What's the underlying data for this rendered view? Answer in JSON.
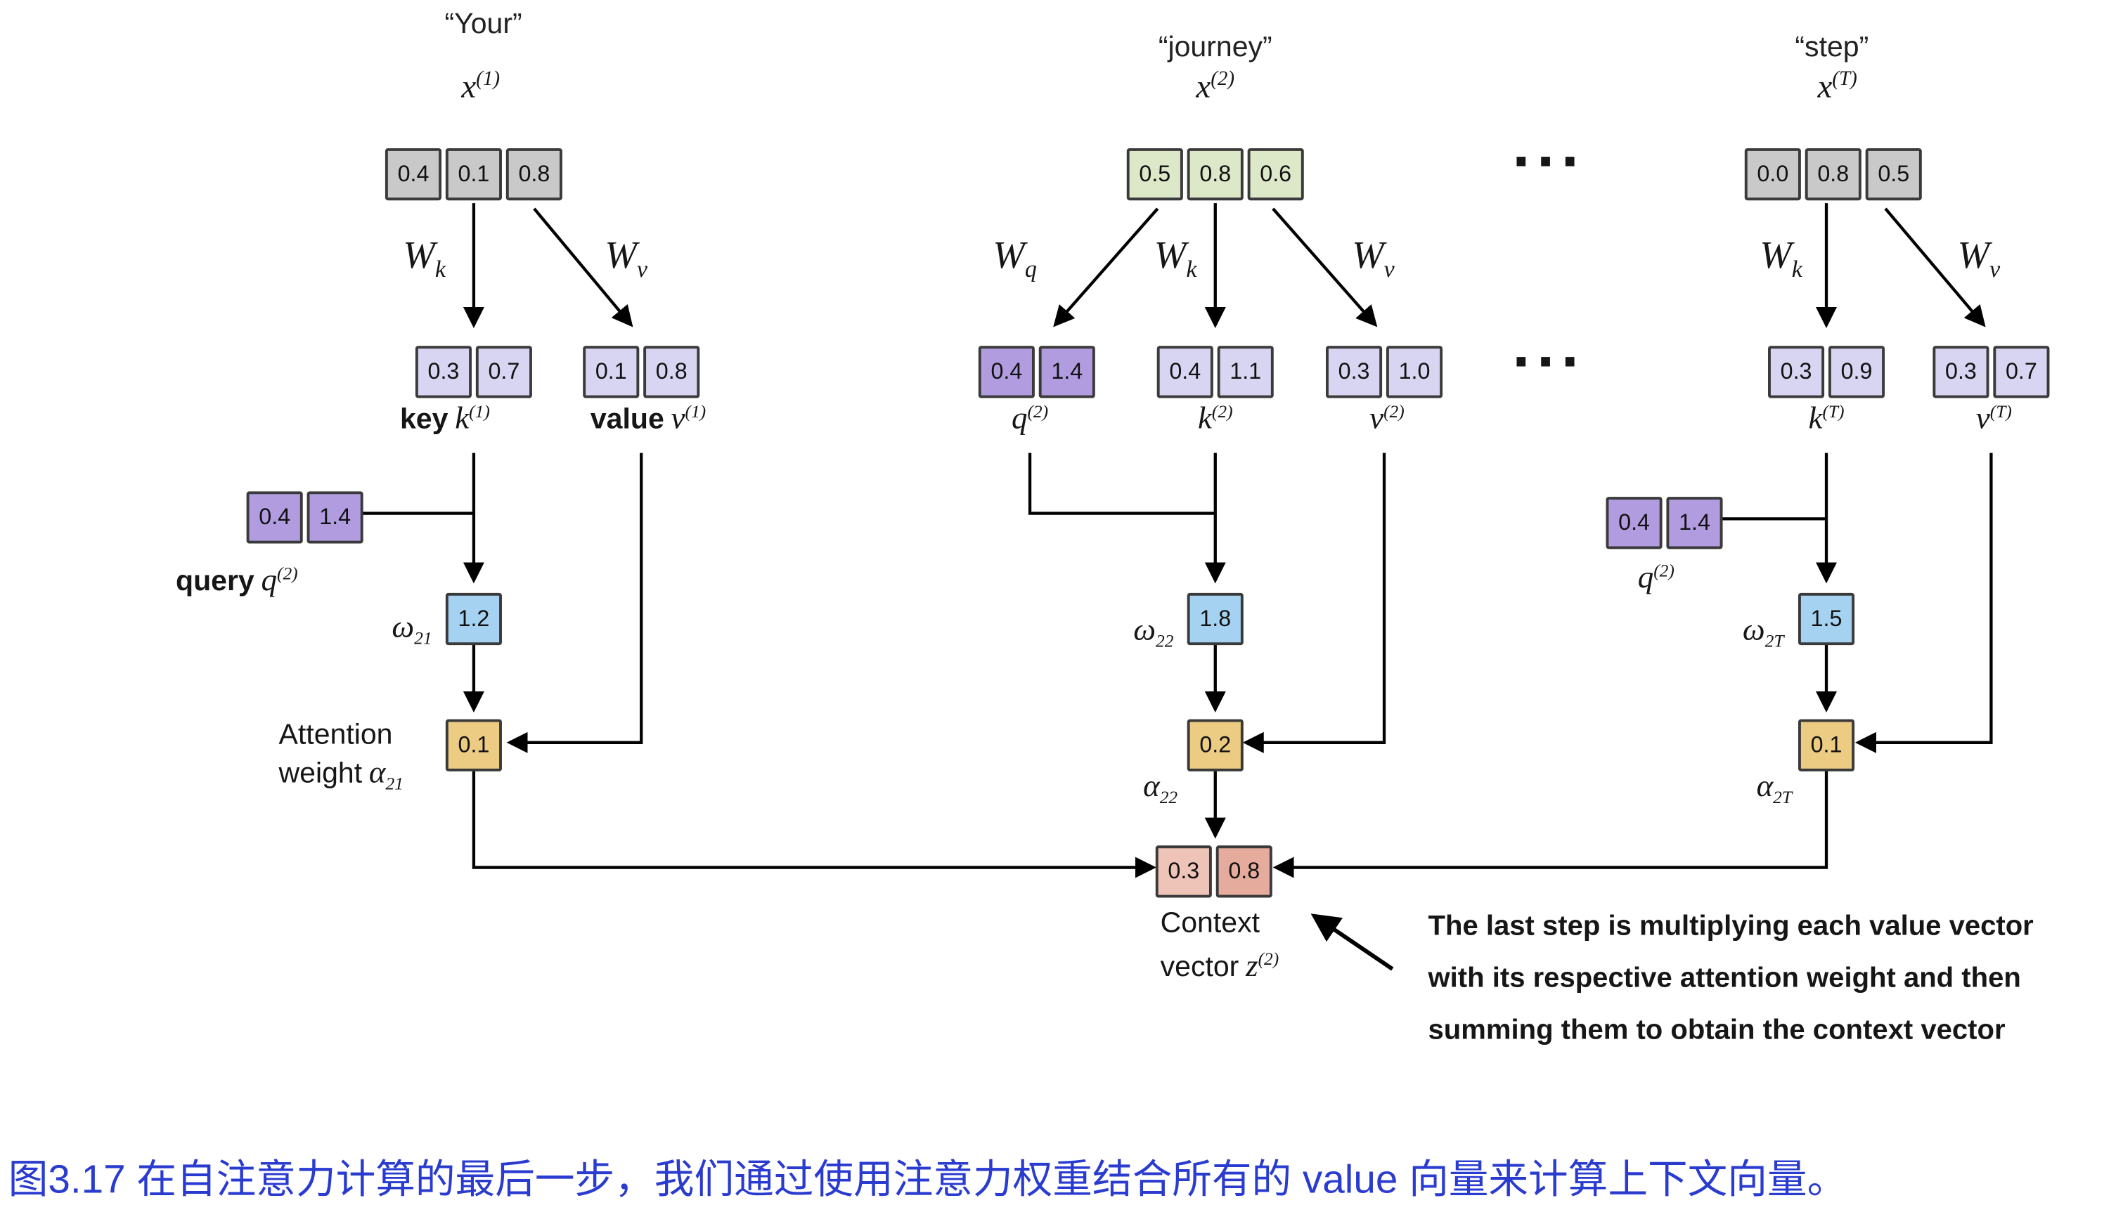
{
  "colors": {
    "border": "#3a3a3a",
    "gray": "#c9c9c9",
    "green": "#dde8c9",
    "lavender": "#d8d5f2",
    "purple": "#b19ce0",
    "blue": "#a6d2f2",
    "tan": "#eccb82",
    "salmon1": "#eec3b8",
    "salmon2": "#e5ab9d",
    "caption": "#2a3bd0",
    "line": "#000000"
  },
  "ellipsis": {
    "top": "...",
    "mid": "..."
  },
  "token1": {
    "word": "“Your”",
    "x": {
      "base": "x",
      "sup": "(1)",
      "values": [
        "0.4",
        "0.1",
        "0.8"
      ]
    },
    "wk": {
      "base": "W",
      "sub": "k"
    },
    "wv": {
      "base": "W",
      "sub": "v"
    },
    "key": {
      "prefix": "key",
      "base": "k",
      "sup": "(1)",
      "values": [
        "0.3",
        "0.7"
      ]
    },
    "value": {
      "prefix": "value",
      "base": "v",
      "sup": "(1)",
      "values": [
        "0.1",
        "0.8"
      ]
    },
    "query": {
      "prefix": "query",
      "base": "q",
      "sup": "(2)",
      "values": [
        "0.4",
        "1.4"
      ]
    },
    "omega": {
      "value": "1.2",
      "base": "ω",
      "sub": "21"
    },
    "alpha": {
      "value": "0.1",
      "label1": "Attention",
      "label2": "weight",
      "base": "α",
      "sub": "21"
    }
  },
  "token2": {
    "word": "“journey”",
    "x": {
      "base": "x",
      "sup": "(2)",
      "values": [
        "0.5",
        "0.8",
        "0.6"
      ]
    },
    "wq": {
      "base": "W",
      "sub": "q"
    },
    "wk": {
      "base": "W",
      "sub": "k"
    },
    "wv": {
      "base": "W",
      "sub": "v"
    },
    "q": {
      "base": "q",
      "sup": "(2)",
      "values": [
        "0.4",
        "1.4"
      ]
    },
    "k": {
      "base": "k",
      "sup": "(2)",
      "values": [
        "0.4",
        "1.1"
      ]
    },
    "v": {
      "base": "v",
      "sup": "(2)",
      "values": [
        "0.3",
        "1.0"
      ]
    },
    "omega": {
      "value": "1.8",
      "base": "ω",
      "sub": "22"
    },
    "alpha": {
      "value": "0.2",
      "base": "α",
      "sub": "22"
    }
  },
  "token3": {
    "word": "“step”",
    "x": {
      "base": "x",
      "sup": "(T)",
      "values": [
        "0.0",
        "0.8",
        "0.5"
      ]
    },
    "wk": {
      "base": "W",
      "sub": "k"
    },
    "wv": {
      "base": "W",
      "sub": "v"
    },
    "k": {
      "base": "k",
      "sup": "(T)",
      "values": [
        "0.3",
        "0.9"
      ]
    },
    "v": {
      "base": "v",
      "sup": "(T)",
      "values": [
        "0.3",
        "0.7"
      ]
    },
    "query": {
      "base": "q",
      "sup": "(2)",
      "values": [
        "0.4",
        "1.4"
      ]
    },
    "omega": {
      "value": "1.5",
      "base": "ω",
      "sub": "2T"
    },
    "alpha": {
      "value": "0.1",
      "base": "α",
      "sub": "2T"
    }
  },
  "context": {
    "values": [
      "0.3",
      "0.8"
    ],
    "label1": "Context",
    "label2_prefix": "vector",
    "base": "z",
    "sup": "(2)"
  },
  "annotation": {
    "line1": "The last step is multiplying each value vector",
    "line2": "with its respective attention weight and then",
    "line3": "summing them to obtain the context vector"
  },
  "caption": "图3.17 在自注意力计算的最后一步，我们通过使用注意力权重结合所有的 value 向量来计算上下文向量。"
}
